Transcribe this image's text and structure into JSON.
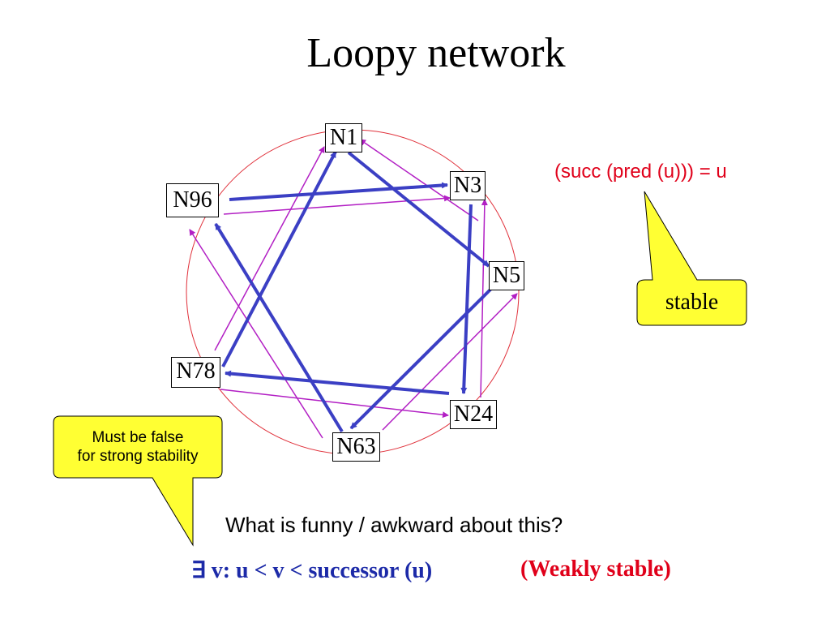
{
  "title": "Loopy network",
  "nodes": {
    "n1": "N1",
    "n3": "N3",
    "n5": "N5",
    "n24": "N24",
    "n63": "N63",
    "n78": "N78",
    "n96": "N96"
  },
  "formula": "(succ (pred (u))) = u",
  "callout_stable": "stable",
  "callout_false": {
    "line1": "Must be false",
    "line2": "for strong stability"
  },
  "question": "What is funny / awkward  about this?",
  "condition": "∃ v: u < v < successor (u)",
  "weak": "(Weakly stable)",
  "colors": {
    "blue_arrow": "#3b3fc4",
    "magenta_arrow": "#b21fc4",
    "ring": "#e0303a",
    "callout_fill": "#ffff33",
    "red_text": "#e0001a",
    "blue_text": "#1c2aa8"
  }
}
